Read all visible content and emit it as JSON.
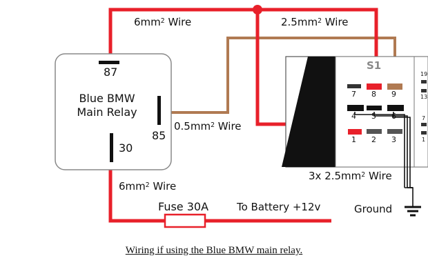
{
  "relay": {
    "name_line1": "Blue BMW",
    "name_line2": "Main Relay",
    "pin_87": "87",
    "pin_85": "85",
    "pin_30": "30"
  },
  "wires": {
    "top_left": {
      "size": "6mm",
      "sup": "2",
      "suffix": " Wire"
    },
    "top_right": {
      "size": "2.5mm",
      "sup": "2",
      "suffix": " Wire"
    },
    "signal": {
      "size": "0.5mm",
      "sup": "2",
      "suffix": " Wire"
    },
    "bottom": {
      "size": "6mm",
      "sup": "2",
      "suffix": " Wire"
    },
    "bundle": {
      "size": "3x 2.5mm",
      "sup": "2",
      "suffix": " Wire"
    }
  },
  "fuse": {
    "label": "Fuse 30A"
  },
  "battery": {
    "label": "To Battery +12v"
  },
  "ground": {
    "label": "Ground"
  },
  "connector": {
    "title": "S1",
    "pins_top": [
      "7",
      "8",
      "9"
    ],
    "pins_mid": [
      "4",
      "5",
      "6"
    ],
    "pins_bot": [
      "1",
      "2",
      "3"
    ],
    "side_a": "19",
    "side_b": "13",
    "side_c": "7",
    "side_d": "1"
  },
  "caption": "Wiring if using the Blue BMW main relay.",
  "colors": {
    "power_wire": "#e8202a",
    "signal_wire": "#b07a52",
    "ground_wire": "#222222",
    "connector_body": "#111111"
  }
}
